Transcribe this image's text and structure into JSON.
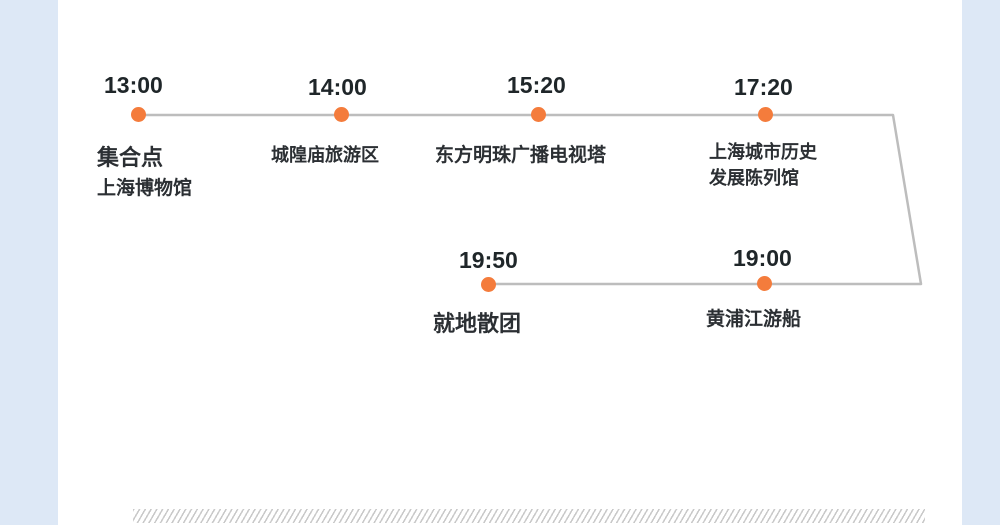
{
  "itinerary": {
    "stops": [
      {
        "time": "13:00",
        "lines": [
          "集合点",
          "上海博物馆"
        ]
      },
      {
        "time": "14:00",
        "lines": [
          "城隍庙旅游区"
        ]
      },
      {
        "time": "15:20",
        "lines": [
          "东方明珠广播电视塔"
        ]
      },
      {
        "time": "17:20",
        "lines": [
          "上海城市历史",
          "发展陈列馆"
        ]
      },
      {
        "time": "19:00",
        "lines": [
          "黄浦江游船"
        ]
      },
      {
        "time": "19:50",
        "lines": [
          "就地散团"
        ]
      }
    ]
  },
  "colors": {
    "accent": "#f47c3c",
    "route_line": "#bdbdbd",
    "page_background": "#dde8f6",
    "card_background": "#ffffff"
  }
}
